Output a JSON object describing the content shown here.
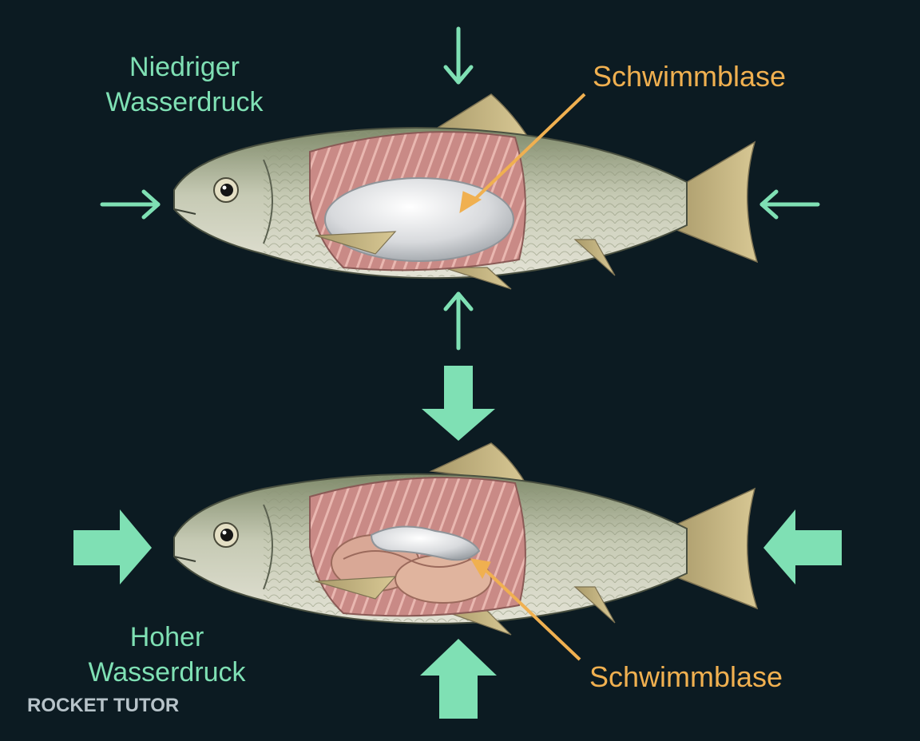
{
  "top_panel": {
    "pressure_label_line1": "Niedriger",
    "pressure_label_line2": "Wasserdruck",
    "organ_label": "Schwimmblase"
  },
  "bottom_panel": {
    "pressure_label_line1": "Hoher",
    "pressure_label_line2": "Wasserdruck",
    "organ_label": "Schwimmblase"
  },
  "logo_text": "ROCKET TUTOR",
  "colors": {
    "background": "#0c1b22",
    "pressure_arrow": "#7fe0b4",
    "label_arrow": "#f0b050",
    "fish_body": "#b9bea6",
    "flesh": "#c98a86",
    "swim_bladder": "#e6e8ea"
  }
}
